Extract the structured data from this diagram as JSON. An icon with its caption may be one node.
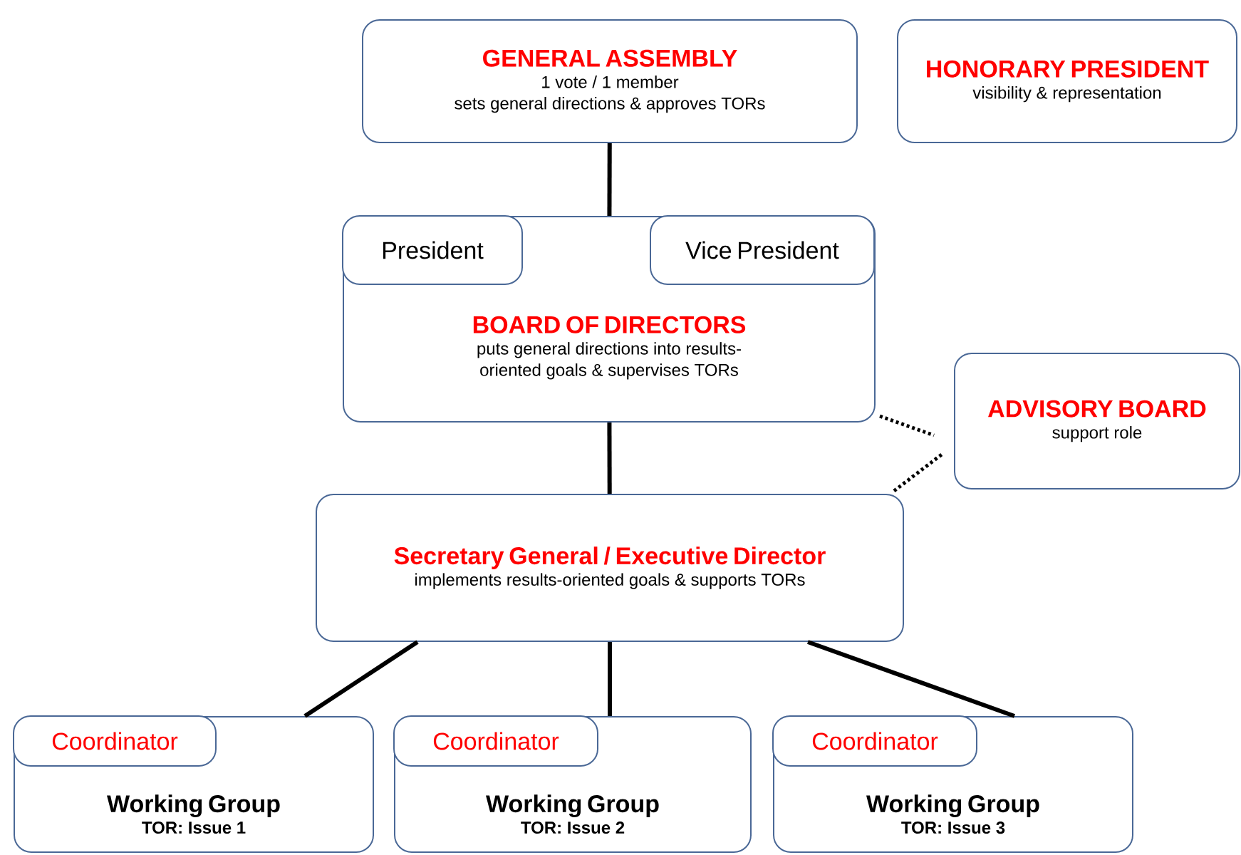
{
  "diagram": {
    "nodes": [
      {
        "text": [
          "GENERAL ASSEMBLY",
          "1 vote / 1 member",
          "sets general directions & approves TORs"
        ]
      },
      {
        "text": [
          "HONORARY PRESIDENT",
          "visibility & representation"
        ]
      },
      {
        "text": [
          "BOARD OF DIRECTORS",
          "puts general directions into results-oriented goals & supervises TORs"
        ]
      },
      {
        "text": [
          "President"
        ],
        "in": 2
      },
      {
        "text": [
          "Vice President"
        ],
        "in": 2
      },
      {
        "text": [
          "ADVISORY BOARD",
          "support role"
        ]
      },
      {
        "text": [
          "Secretary General / Executive Director",
          "implements results-oriented goals & supports TORs"
        ]
      },
      {
        "text": [
          "Working Group",
          "TOR: Issue 1"
        ]
      },
      {
        "text": [
          "Coordinator"
        ],
        "in": 7
      },
      {
        "text": [
          "Working Group",
          "TOR: Issue 2"
        ]
      },
      {
        "text": [
          "Coordinator"
        ],
        "in": 9
      },
      {
        "text": [
          "Working Group",
          "TOR: Issue 3"
        ]
      },
      {
        "text": [
          "Coordinator"
        ],
        "in": 11
      }
    ],
    "edges": [
      {
        "from": 0,
        "to": 2,
        "arrow": "none"
      },
      {
        "from": 2,
        "to": 6,
        "arrow": "none"
      },
      {
        "from": 2,
        "to": 5,
        "arrow": "none",
        "style": "dashed"
      },
      {
        "from": 6,
        "to": 5,
        "arrow": "none",
        "style": "dashed"
      },
      {
        "from": 6,
        "to": 7,
        "arrow": "none"
      },
      {
        "from": 6,
        "to": 9,
        "arrow": "none"
      },
      {
        "from": 6,
        "to": 11,
        "arrow": "none"
      }
    ]
  }
}
